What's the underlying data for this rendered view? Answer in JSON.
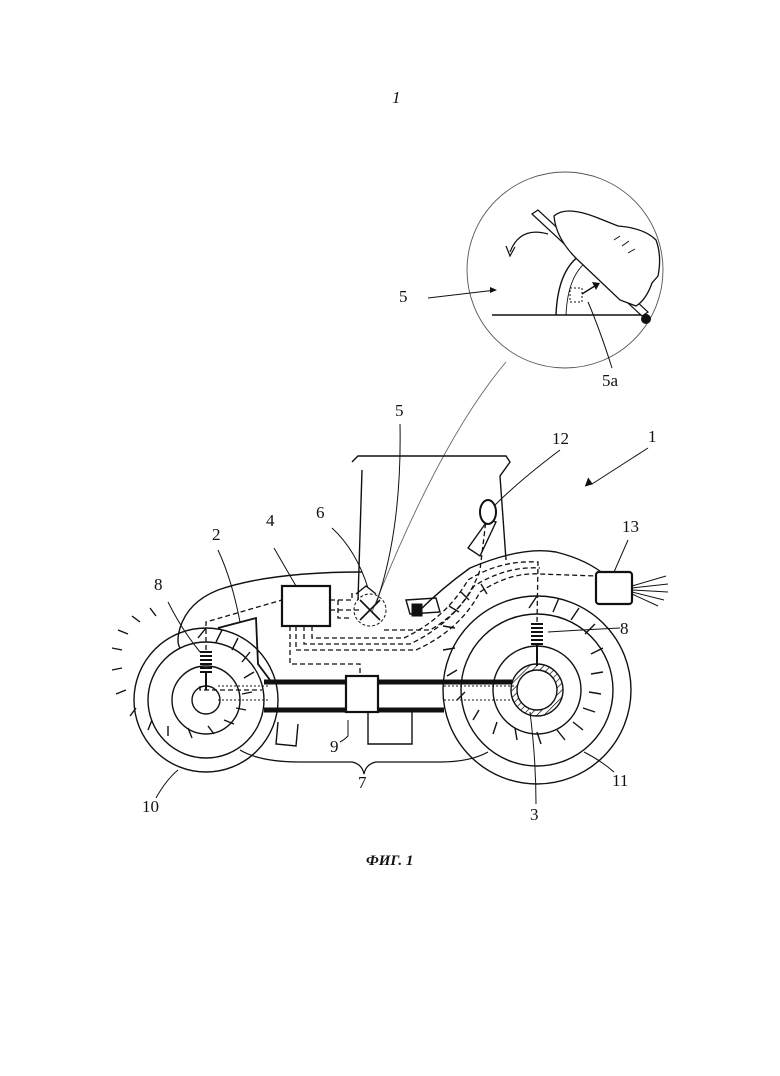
{
  "page_number": "1",
  "figure_caption": "ФИГ. 1",
  "labels": {
    "detail_5": "5",
    "detail_5a": "5a",
    "pedal_5": "5",
    "tractor_1": "1",
    "beacon_12": "12",
    "unit_4": "4",
    "sensor_6": "6",
    "frame_2": "2",
    "spring_8_left": "8",
    "spring_8_right": "8",
    "lamp_13": "13",
    "box_9": "9",
    "chassis_7": "7",
    "wheel_10": "10",
    "axle_3": "3",
    "wheel_11": "11"
  }
}
